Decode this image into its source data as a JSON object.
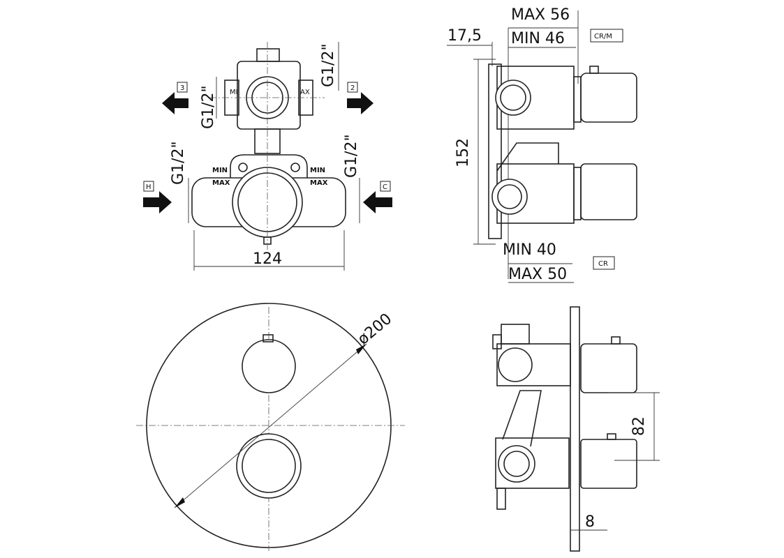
{
  "front_view": {
    "g_top_left": "G1/2\"",
    "g_top_right": "G1/2\"",
    "g_bottom_left": "G1/2\"",
    "g_bottom_right": "G1/2\"",
    "outlet_left_label": "3",
    "outlet_right_label": "2",
    "inlet_hot_label": "H",
    "inlet_cold_label": "C",
    "left_min": "MIN",
    "left_max": "MAX",
    "right_min": "MIN",
    "right_max": "MAX",
    "width_dim": "124"
  },
  "side_view": {
    "max_top": "MAX 56",
    "min_top": "MIN 46",
    "offset_dim": "17,5",
    "tag_top": "CR/M",
    "height_dim": "152",
    "min_bottom": "MIN 40",
    "max_bottom": "MAX 50",
    "tag_bottom": "CR"
  },
  "plate_view": {
    "diameter_dim": "ø200"
  },
  "assembly_side_view": {
    "spacing_dim": "82",
    "plate_thickness_dim": "8"
  }
}
